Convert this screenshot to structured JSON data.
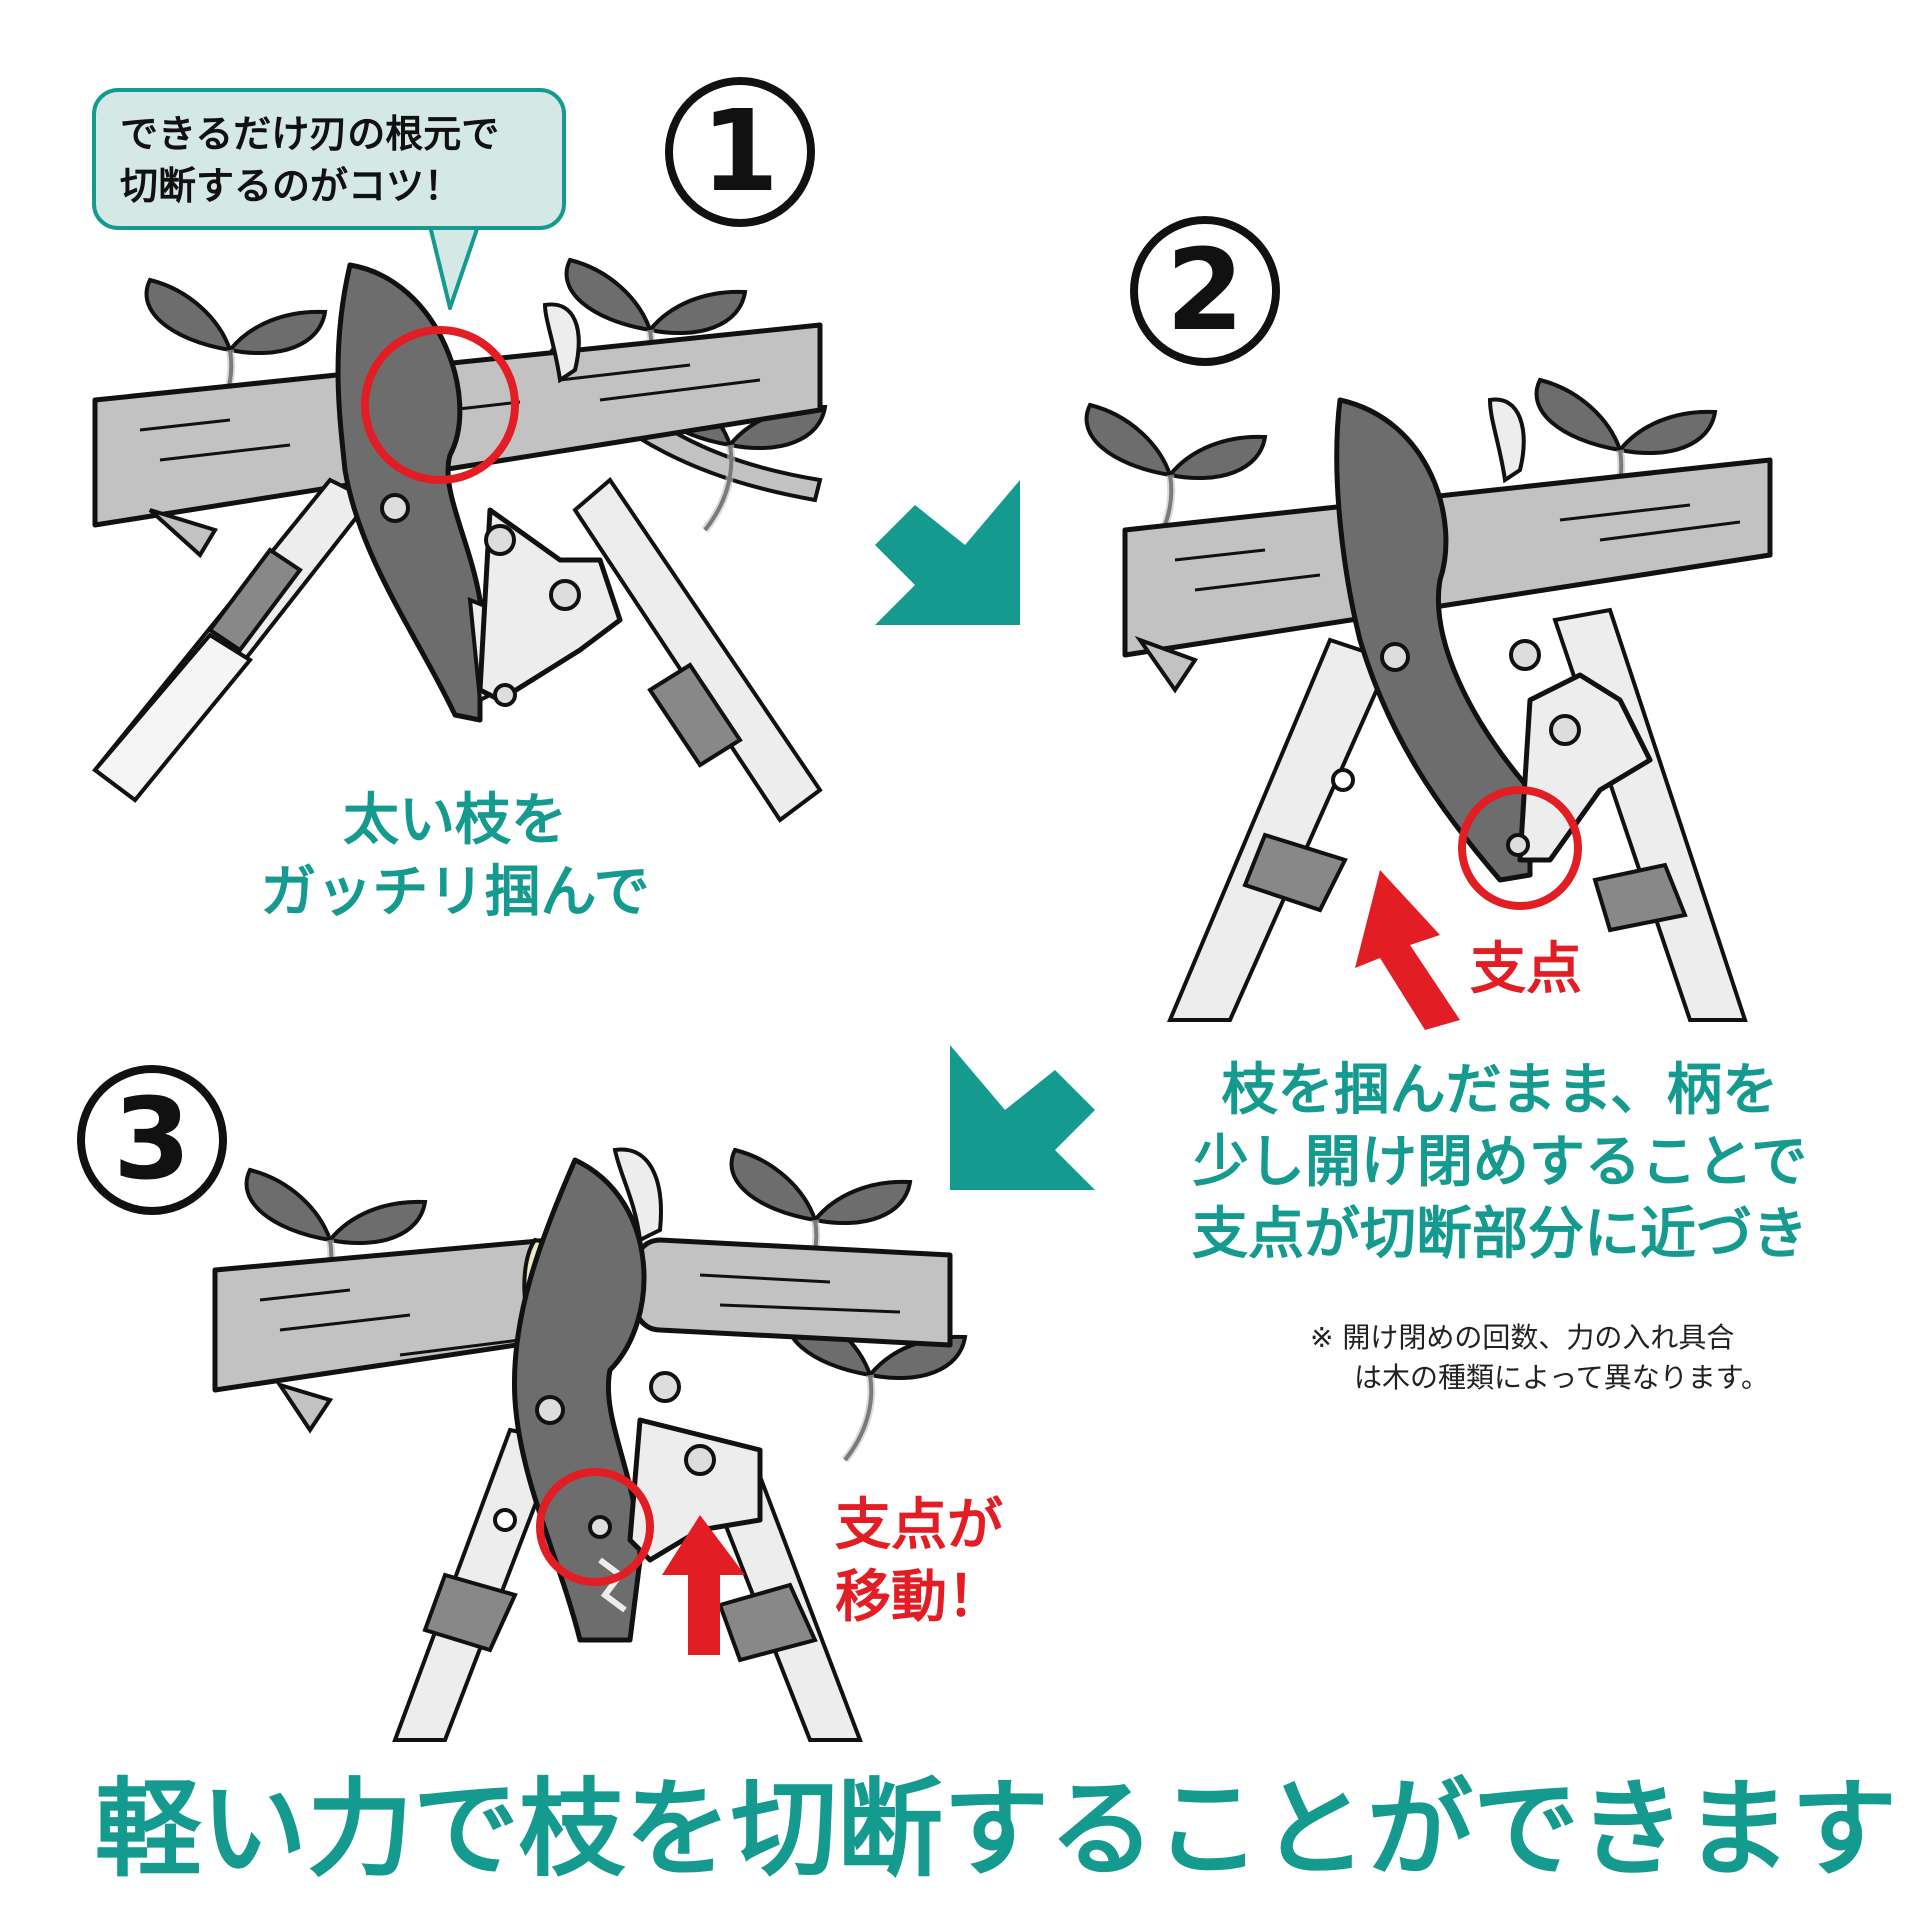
{
  "step_numbers": [
    "1",
    "2",
    "3"
  ],
  "tip_bubble": {
    "line1": "できるだけ刃の根元で",
    "line2": "切断するのがコツ！"
  },
  "step1_caption": {
    "line1": "太い枝を",
    "line2": "ガッチリ掴んで"
  },
  "step2_label": "支点",
  "step2_caption": {
    "line1": "枝を掴んだまま、柄を",
    "line2": "少し開け閉めすることで",
    "line3": "支点が切断部分に近づき"
  },
  "note": {
    "line1": "※ 開け閉めの回数、力の入れ具合",
    "line2": "は木の種類によって異なります。"
  },
  "step3_label": {
    "line1": "支点が",
    "line2": "移動！"
  },
  "bottom_title": "軽い力で枝を切断することができます",
  "colors": {
    "teal": "#149a8e",
    "red": "#e21d24",
    "branch": "#c2c2c2",
    "blade": "#6d6d6d",
    "bubble_fill": "#d4e8e5"
  }
}
